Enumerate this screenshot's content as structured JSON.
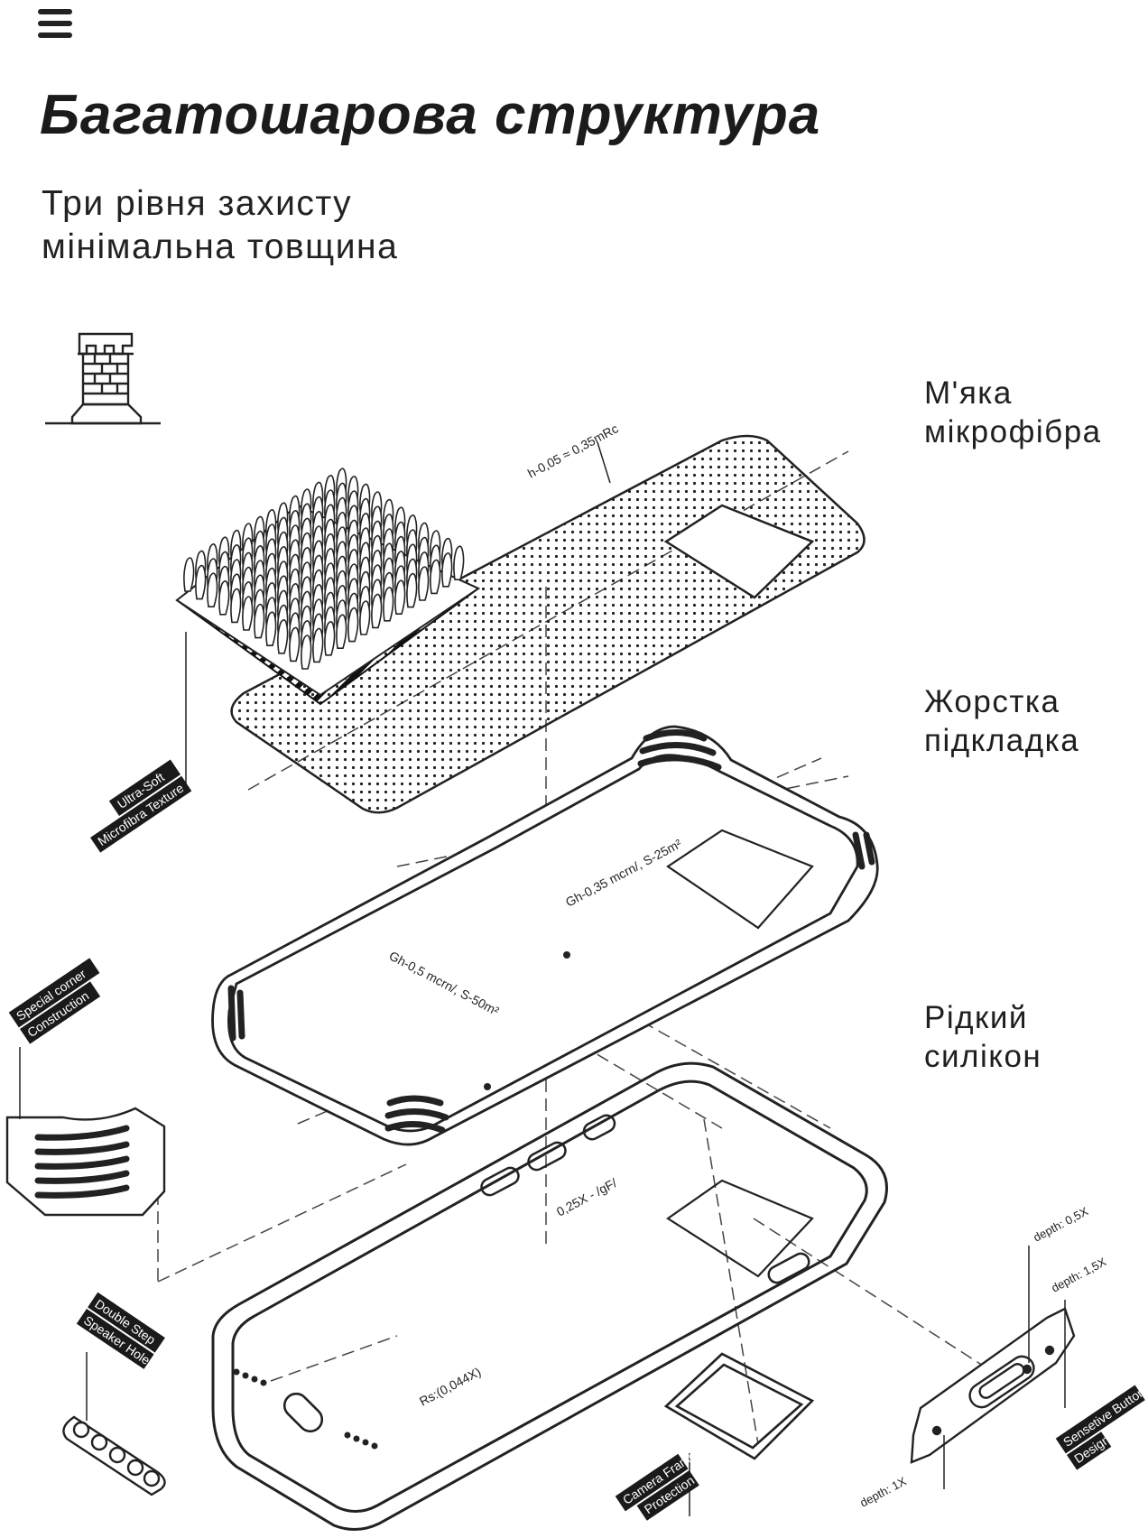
{
  "header": {
    "menu_icon": "hamburger-menu-icon",
    "title": "Багатошарова структура",
    "subtitle_line1": "Три рівня захисту",
    "subtitle_line2": "мінімальна товщина"
  },
  "layers": [
    {
      "line1": "М'яка",
      "line2": "мікрофібра"
    },
    {
      "line1": "Жорстка",
      "line2": "підкладка"
    },
    {
      "line1": "Рідкий",
      "line2": "силікон"
    }
  ],
  "icons": {
    "tower": "castle-tower-icon"
  },
  "callouts": {
    "microfibra_1": "Ultra-Soft",
    "microfibra_2": "Microfibra Texture",
    "corner_1": "Special corner",
    "corner_2": "Construction",
    "speaker_1": "Double Step",
    "speaker_2": "Speaker Hole",
    "camera_1": "Camera Frame",
    "camera_2": "Protection",
    "button_1": "Sensetive Button",
    "button_2": "Design"
  },
  "dimensions": {
    "thickness_top": "h-0,05 ≈ 0,35mRc",
    "gh_035": "Gh-0,35 mcrn/, S-25m²",
    "gh_05": "Gh-0,5 mcrn/, S-50m²",
    "gf": "0,25X - /gF/",
    "rs": "Rs:(0,044X)",
    "depth_05": "depth: 0,5X",
    "depth_15": "depth: 1,5X",
    "depth_1": "depth: 1X"
  }
}
